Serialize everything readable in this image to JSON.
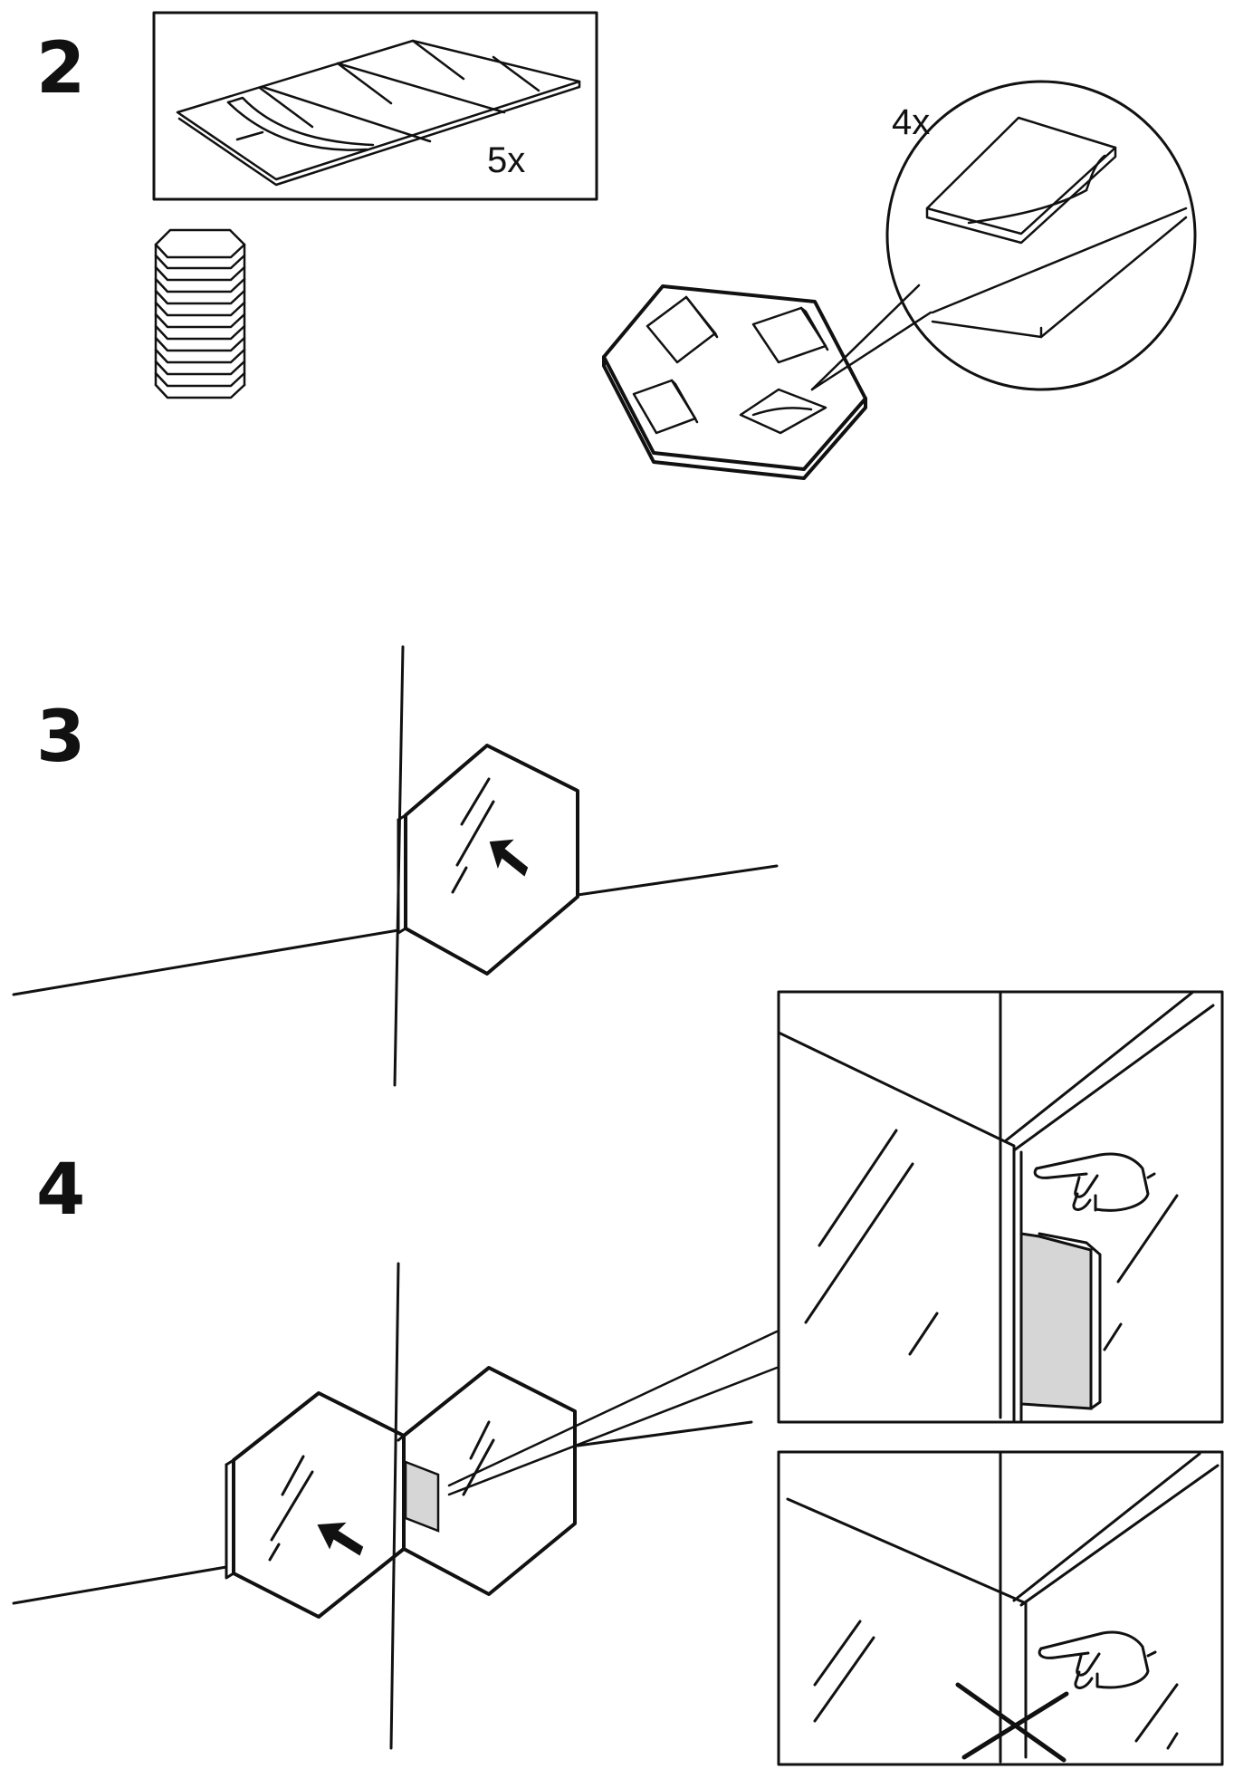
{
  "steps": {
    "s2": {
      "number": "2",
      "sheet_qty": "5x",
      "pad_qty": "4x"
    },
    "s3": {
      "number": "3"
    },
    "s4": {
      "number": "4"
    }
  },
  "colors": {
    "ink": "#111111",
    "pad_fill": "#d6d6d6",
    "background": "#ffffff"
  },
  "icons": [
    "arrow-icon",
    "pointing-hand-icon",
    "cross-mark-icon"
  ]
}
